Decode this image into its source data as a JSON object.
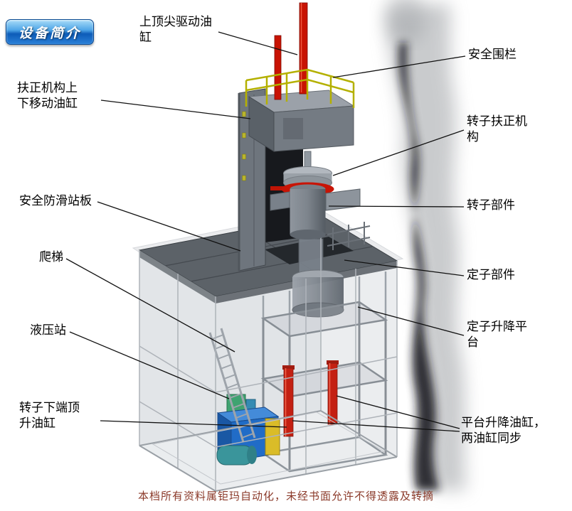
{
  "badge": {
    "label": "设备简介"
  },
  "labels": {
    "top_drive_cylinder": "上顶尖驱动油\n缸",
    "safety_fence": "安全围栏",
    "centering_move_cylinder": "扶正机构上\n下移动油缸",
    "rotor_centering_mechanism": "转子扶正机\n构",
    "anti_slip_platform": "安全防滑站板",
    "rotor_component": "转子部件",
    "ladder": "爬梯",
    "stator_component": "定子部件",
    "hydraulic_station": "液压站",
    "stator_lift_platform": "定子升降平\n台",
    "rotor_bottom_jack_cylinder": "转子下端顶\n升油缸",
    "platform_lift_cylinders": "平台升降油缸，\n两油缸同步"
  },
  "watermark": "本档所有资料属钜玛自动化，未经书面允许不得透露及转摘",
  "colors": {
    "badge_blue_top": "#a8dcf8",
    "badge_blue_bottom": "#2a80d8",
    "label_text": "#000000",
    "watermark_red": "#8b3a2a",
    "cylinder_red": "#c21405",
    "railing_yellow": "#b4b000",
    "hydraulic_blue": "#1565c5",
    "motor_teal": "#2f9096",
    "steel_gray": "#7d848c",
    "platform_gray": "#5c6268"
  }
}
